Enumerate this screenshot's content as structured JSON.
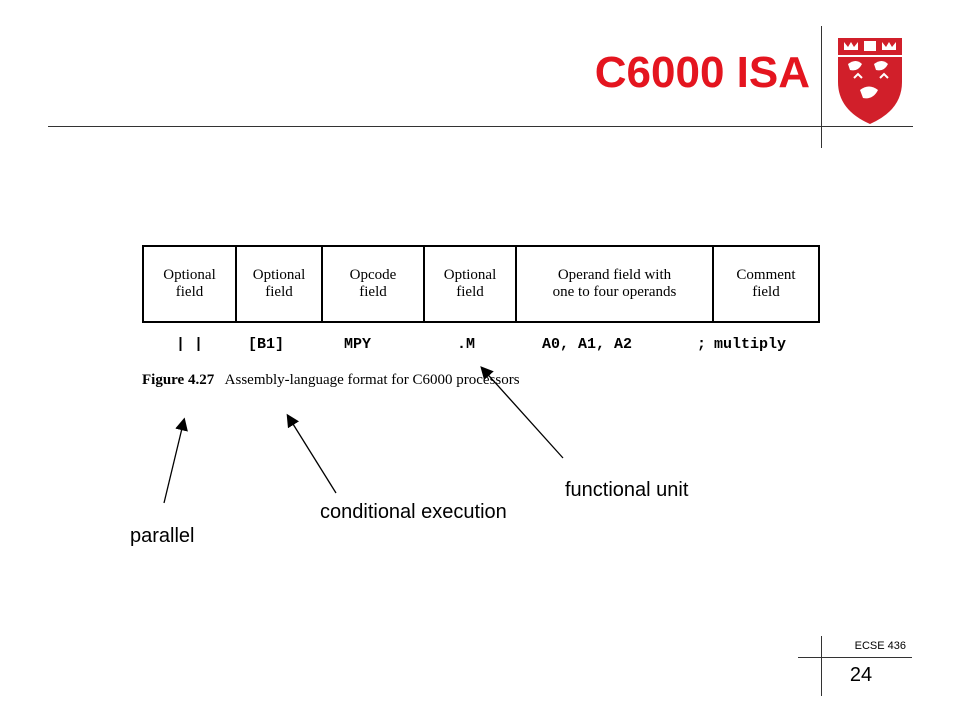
{
  "slide": {
    "title": "C6000 ISA",
    "course": "ECSE 436",
    "page_number": "24"
  },
  "figure": {
    "fields": [
      "Optional\nfield",
      "Optional\nfield",
      "Opcode\nfield",
      "Optional\nfield",
      "Operand field with\none to four operands",
      "Comment\nfield"
    ],
    "code": [
      "| |",
      "[B1]",
      "MPY",
      ".M",
      "A0, A1, A2",
      ";",
      "multiply"
    ],
    "caption_label": "Figure 4.27",
    "caption_text": "Assembly-language format for C6000 processors"
  },
  "annotations": {
    "parallel": "parallel",
    "conditional": "conditional execution",
    "functional": "functional unit"
  },
  "colors": {
    "title": "#e4151f",
    "crest": "#d11f2a"
  }
}
